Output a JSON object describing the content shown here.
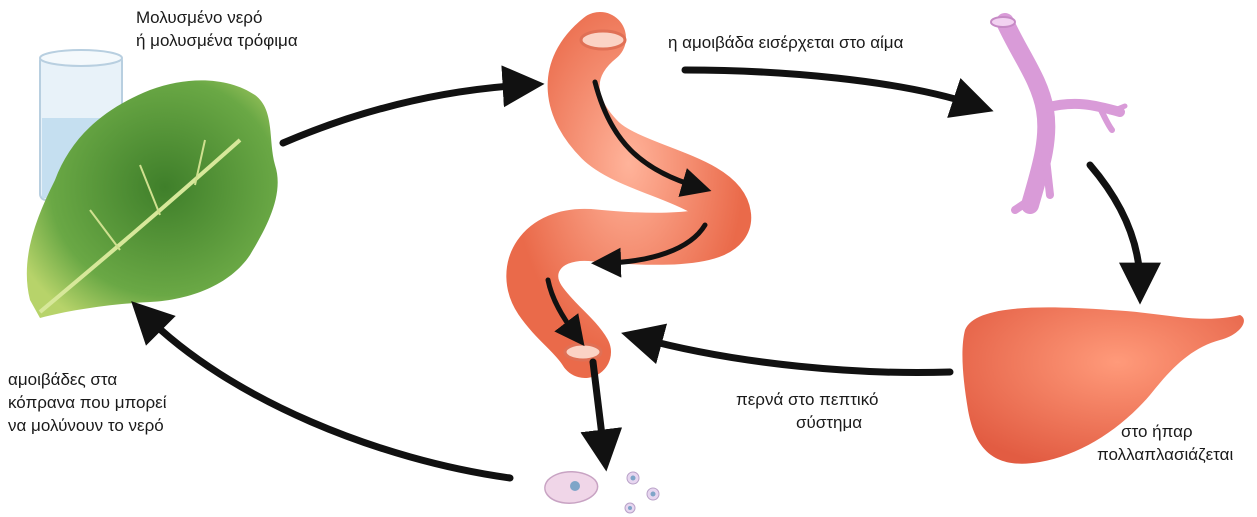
{
  "labels": {
    "contaminated_line1": "Μολυσμένο νερό",
    "contaminated_line2": "ή μολυσμένα τρόφιμα",
    "enters_blood": "η αμοιβάδα εισέρχεται στο αίμα",
    "digestive_line1": "περνά στο πεπτικό",
    "digestive_line2": "σύστημα",
    "liver_line1": "στο ήπαρ",
    "liver_line2": "πολλαπλασιάζεται",
    "feces_line1": "αμοιβάδες στα",
    "feces_line2": "κόπρανα που μπορεί",
    "feces_line3": "να μολύνουν το νερό"
  },
  "colors": {
    "arrow": "#111111",
    "leaf": "#5a9a3a",
    "intestine": "#f07a5e",
    "vein": "#d79bd6",
    "liver": "#f0735a",
    "water_glass": "#cfe4f2"
  },
  "icons": [
    "leaf-icon",
    "water-glass-icon",
    "intestine-icon",
    "blood-vessel-icon",
    "liver-icon",
    "amoeba-cells-icon"
  ]
}
